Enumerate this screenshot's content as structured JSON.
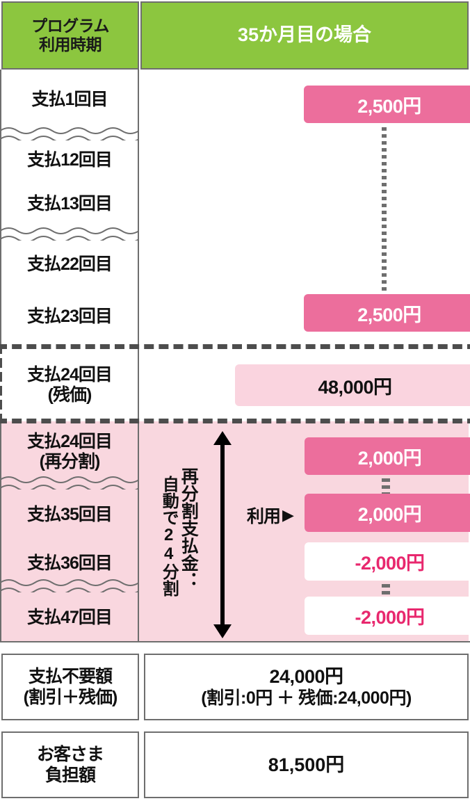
{
  "header": {
    "left_label": "プログラム\n利用時期",
    "left_line1": "プログラム",
    "left_line2": "利用時期",
    "right_label": "35か月目の場合"
  },
  "colors": {
    "header_green": "#8CC63F",
    "bar_pink": "#EC6E9C",
    "bar_pale_pink": "#FAD4DF",
    "section_pink_bg": "#F9D7DF",
    "negative_text": "#E8286E",
    "border_gray": "#6E6E6E",
    "dash_gray": "#4D4D4D"
  },
  "rows": [
    {
      "label": "支払1回目",
      "amount": "2,500円",
      "style": "strong"
    },
    {
      "label": "支払12回目",
      "amount": "",
      "style": "none"
    },
    {
      "label": "支払13回目",
      "amount": "",
      "style": "none"
    },
    {
      "label": "支払22回目",
      "amount": "",
      "style": "none"
    },
    {
      "label": "支払23回目",
      "amount": "2,500円",
      "style": "strong"
    },
    {
      "label_line1": "支払24回目",
      "label_line2": "(残価)",
      "amount": "48,000円",
      "style": "pale"
    },
    {
      "label_line1": "支払24回目",
      "label_line2": "(再分割)",
      "amount": "2,000円",
      "style": "strong"
    },
    {
      "label": "支払35回目",
      "amount": "2,000円",
      "style": "strong"
    },
    {
      "label": "支払36回目",
      "amount": "-2,000円",
      "style": "white"
    },
    {
      "label": "支払47回目",
      "amount": "-2,000円",
      "style": "white"
    }
  ],
  "redistribution": {
    "vertical_text_col1": "再分割支払金：",
    "vertical_text_col2": "自動で24分割",
    "use_label": "利用",
    "use_arrow": "▶"
  },
  "summary": [
    {
      "label_line1": "支払不要額",
      "label_line2": "(割引＋残価)",
      "value_line1": "24,000円",
      "value_line2": "(割引:0円 ＋ 残価:24,000円)"
    },
    {
      "label_line1": "お客さま",
      "label_line2": "負担額",
      "value_line1": "81,500円",
      "value_line2": ""
    }
  ]
}
